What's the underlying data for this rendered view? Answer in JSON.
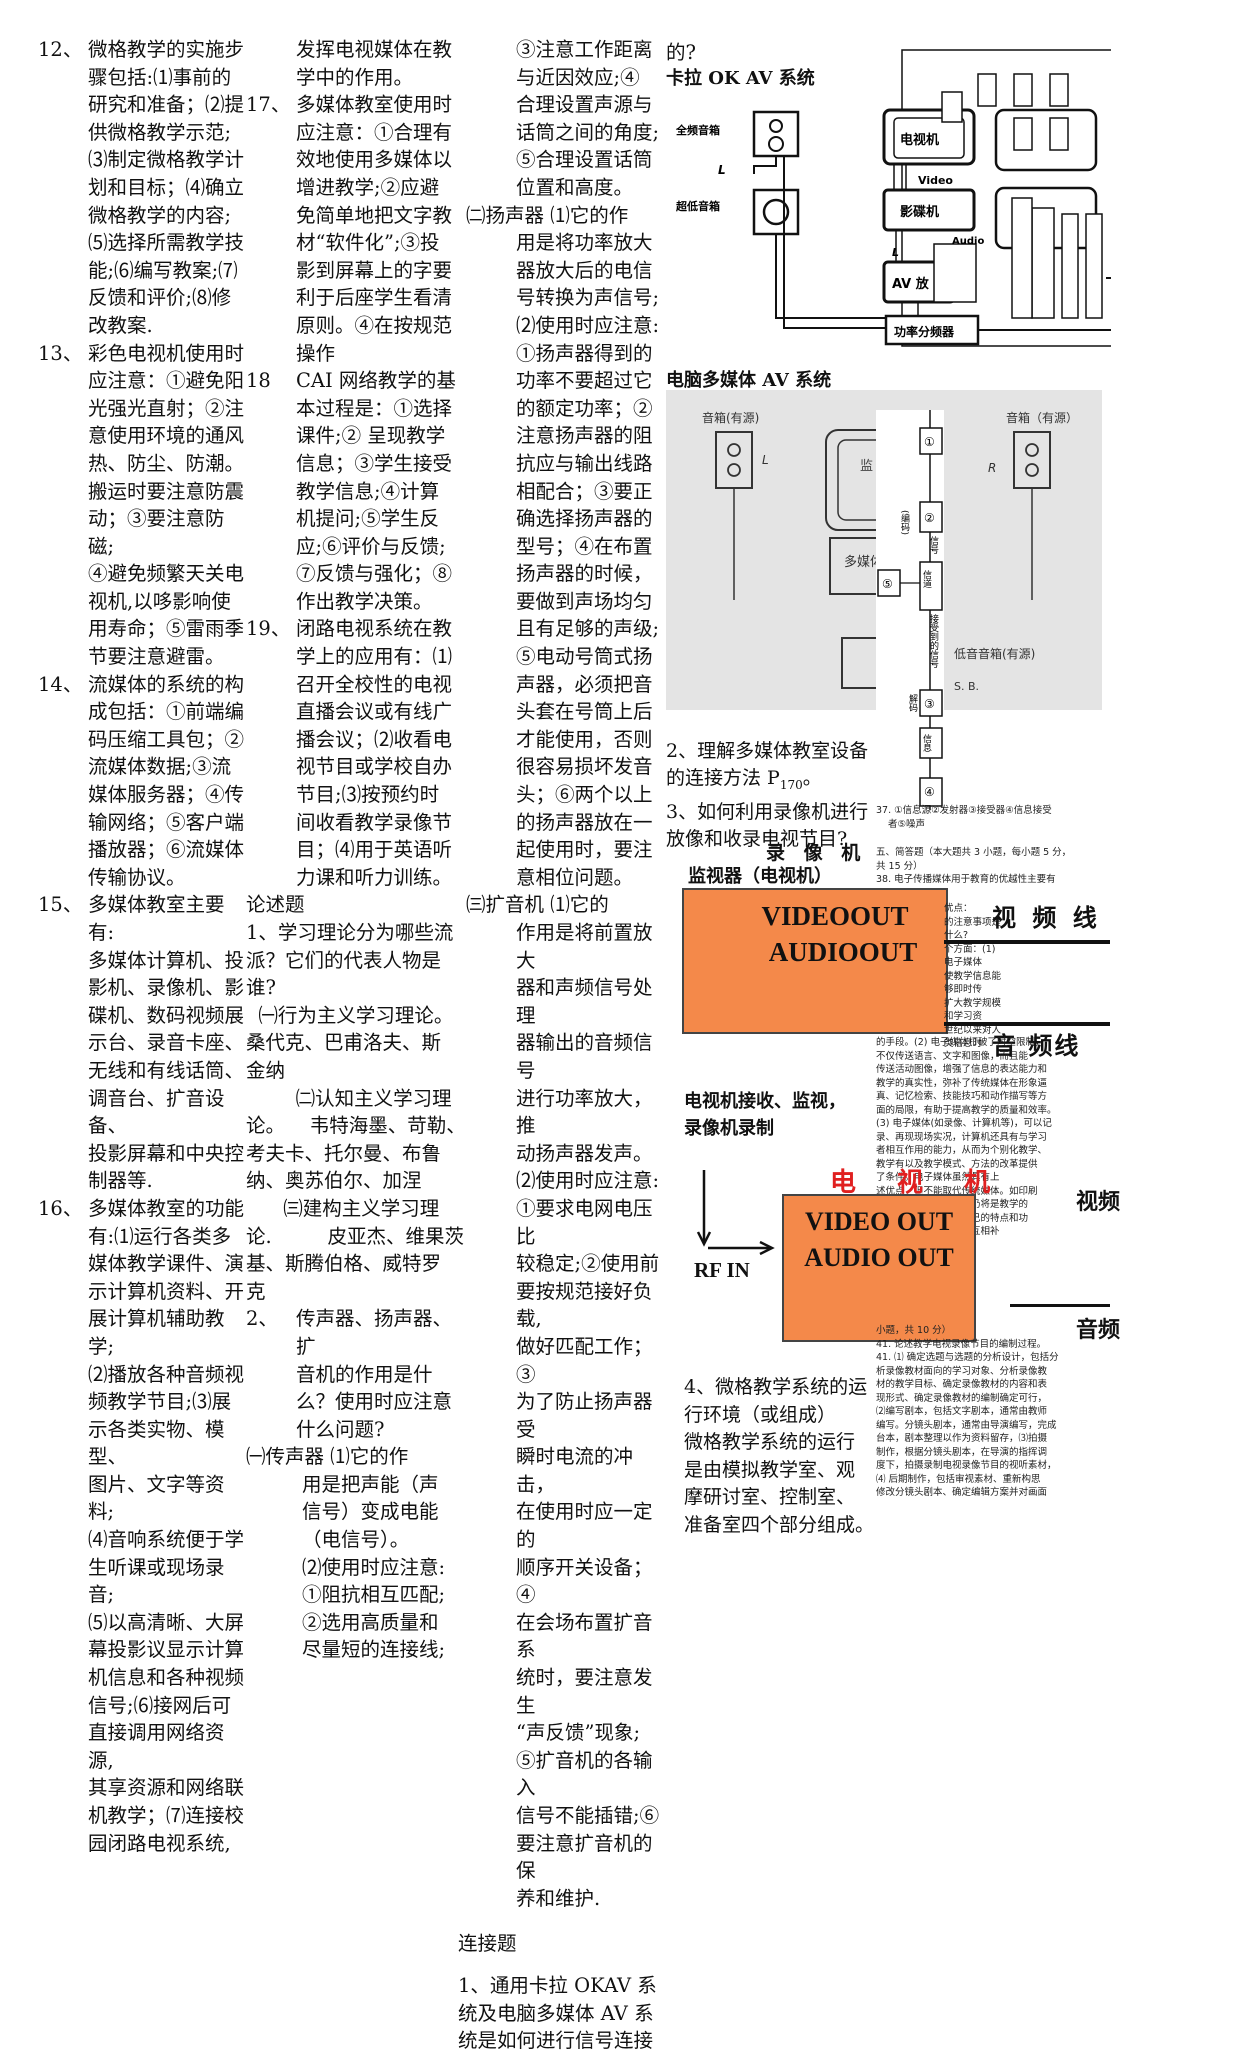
{
  "col1": [
    {
      "n": "12、",
      "lines": [
        "微格教学的实施步",
        "骤包括:⑴事前的",
        "研究和准备；⑵提",
        "供微格教学示范;",
        "⑶制定微格教学计",
        "划和目标；⑷确立",
        "微格教学的内容;",
        "⑸选择所需教学技",
        "能;⑹编写教案;⑺",
        "反馈和评价;⑻修",
        "改教案."
      ]
    },
    {
      "n": "13、",
      "lines": [
        "彩色电视机使用时",
        "应注意：①避免阳",
        "光强光直射；②注",
        "意使用环境的通风",
        "热、防尘、防潮。",
        "搬运时要注意防震",
        "动；③要注意防磁;",
        "④避免频繁天关电",
        "视机,以哆影响使",
        "用寿命；⑤雷雨季",
        "节要注意避雷。"
      ]
    },
    {
      "n": "14、",
      "lines": [
        "流媒体的系统的构",
        "成包括：①前端编",
        "码压缩工具包；②",
        "流媒体数据;③流",
        "媒体服务器；④传",
        "输网络；⑤客户端",
        "播放器；⑥流媒体",
        "传输协议。"
      ]
    },
    {
      "n": "15、",
      "lines": [
        "多媒体教室主要有:",
        "多媒体计算机、投",
        "影机、录像机、影",
        "碟机、数码视频展",
        "示台、录音卡座、",
        "无线和有线话筒、",
        "调音台、扩音设备、",
        "投影屏幕和中央控",
        "制器等."
      ]
    },
    {
      "n": "16、",
      "lines": [
        "多媒体教室的功能",
        "有:⑴运行各类多",
        "媒体教学课件、演",
        "示计算机资料、开",
        "展计算机辅助教学;",
        "⑵播放各种音频视",
        "频教学节目;⑶展",
        "示各类实物、模型、",
        "图片、文字等资料;",
        "⑷音响系统便于学",
        "生听课或现场录音;",
        "⑸以高清晰、大屏",
        "幕投影议显示计算",
        "机信息和各种视频",
        "信号;⑹接网后可",
        "直接调用网络资源,",
        "其享资源和网络联",
        "机教学；⑺连接校",
        "园闭路电视系统,"
      ]
    }
  ],
  "col2_top": [
    "发挥电视媒体在教",
    "学中的作用。"
  ],
  "col2": [
    {
      "n": "17、",
      "lines": [
        "多媒体教室使用时",
        "应注意：①合理有",
        "效地使用多媒体以",
        "增进教学;②应避",
        "免简单地把文字教",
        "材“软件化”;③投",
        "影到屏幕上的字要",
        "利于后座学生看清",
        "原则。④在按规范",
        "操作"
      ]
    },
    {
      "n": "18",
      "lines": [
        "CAI 网络教学的基",
        "本过程是：①选择",
        "课件;② 呈现教学",
        "信息；③学生接受",
        "教学信息;④计算",
        "机提问;⑤学生反",
        "应;⑥评价与反馈;",
        "⑦反馈与强化；⑧",
        "作出教学决策。"
      ]
    },
    {
      "n": "19、",
      "lines": [
        "闭路电视系统在教",
        "学上的应用有：⑴",
        "召开全校性的电视",
        "直播会议或有线广",
        "播会议；⑵收看电",
        "视节目或学校自办",
        "节目;⑶按预约时",
        "间收看教学录像节",
        "目；⑷用于英语听",
        "力课和听力训练。"
      ]
    }
  ],
  "col2_essay": [
    "论述题",
    "1、学习理论分为哪些流",
    "派？它们的代表人物是",
    "谁?",
    "  ㈠行为主义学习理论。",
    "桑代克、巴甫洛夫、斯",
    "金纳",
    "        ㈡认知主义学习理",
    "论。    韦特海墨、苛勒、",
    "考夫卡、托尔曼、布鲁",
    "纳、奥苏伯尔、加涅",
    "      ㈢建构主义学习理",
    "论.         皮亚杰、维果茨",
    "基、斯腾伯格、威特罗",
    "克"
  ],
  "col2_q2": {
    "n": "2、",
    "lines": [
      "传声器、扬声器、扩",
      "音机的作用是什",
      "么？使用时应注意",
      "什么问题?"
    ]
  },
  "col2_mic": {
    "head": "㈠传声器    ⑴它的作",
    "lines": [
      "用是把声能（声",
      "信号）变成电能",
      "（电信号）。",
      "⑵使用时应注意:",
      "①阻抗相互匹配;",
      "②选用高质量和",
      "尽量短的连接线;"
    ]
  },
  "col3_top": [
    "③注意工作距离",
    "与近因效应;④",
    "合理设置声源与",
    "话筒之间的角度;",
    "⑤合理设置话筒",
    "位置和高度。"
  ],
  "col3_spk": {
    "head": "㈡扬声器    ⑴它的作",
    "lines": [
      "用是将功率放大",
      "器放大后的电信",
      "号转换为声信号;",
      "⑵使用时应注意:",
      "①扬声器得到的",
      "功率不要超过它",
      "的额定功率；②",
      "注意扬声器的阻",
      "抗应与输出线路",
      "相配合；③要正",
      "确选择扬声器的",
      "型号；④在布置",
      "扬声器的时候，",
      "要做到声场均匀",
      "且有足够的声级;",
      "⑤电动号筒式扬",
      "声器，必须把音",
      "头套在号筒上后",
      "才能使用，否则",
      "很容易损坏发音",
      "头；⑥两个以上",
      "的扬声器放在一",
      "起使用时，要注",
      "意相位问题。"
    ]
  },
  "col3_amp": {
    "head": "㈢扩音机    ⑴它的",
    "lines": [
      "作用是将前置放大",
      "器和声频信号处理",
      "器输出的音频信号",
      "进行功率放大，推",
      "动扬声器发声。",
      "⑵使用时应注意:",
      "①要求电网电压比",
      "较稳定;②使用前",
      "要按规范接好负载,",
      "做好匹配工作；③",
      "为了防止扬声器受",
      "瞬时电流的冲击，",
      "在使用时应一定的",
      "顺序开关设备；④",
      "在会场布置扩音系",
      "统时，要注意发生",
      "“声反馈”现象;",
      "⑤扩音机的各输入",
      "信号不能插错;⑥",
      "要注意扩音机的保",
      "养和维护."
    ]
  },
  "col3_link": [
    "连接题",
    "",
    "1、通用卡拉 OKAV 系",
    "统及电脑多媒体 AV 系",
    "统是如何进行信号连接"
  ],
  "col4_top": "的?",
  "karaoke_title": "卡拉 OK    AV 系统",
  "karaoke": {
    "full": "全频音箱",
    "L": "L",
    "sub": "超低音箱",
    "tv": "电视机",
    "video": "Video",
    "vcd": "影碟机",
    "audio": "Audio",
    "amp": "AV 放",
    "div": "功率分频器",
    "L2": "L"
  },
  "pcav_title": "电脑多媒体 AV 系统",
  "pcav": {
    "spkL": "音箱(有源)",
    "spkR": "音箱（有源）",
    "L": "L",
    "R": "R",
    "mon": "监",
    "mm": "多媒体",
    "sub": "低音音箱(有源)",
    "sb": "S. B."
  },
  "flow": [
    "①",
    "②",
    "信号",
    "信道",
    "⑤",
    "接受到的信号",
    "③",
    "解码",
    "信息",
    "④"
  ],
  "flow_side": [
    "(编码)"
  ],
  "col4_q": [
    "2、理解多媒体教室设备",
    "的连接方法 P",
    "170",
    "。",
    "3、如何利用录像机进行",
    "放像和收录电视节目?"
  ],
  "vcr_label": "录 像 机",
  "mon_label": "监视器（电视机）",
  "orange1": [
    "VIDEOOUT",
    "AUDIOOUT"
  ],
  "video_line": "视 频 线",
  "audio_line": "音 频线",
  "tv_rec": [
    "电视机接收、监视，",
    "录像机录制"
  ],
  "tv_red": "电 视 机",
  "orange2": [
    "VIDEO OUT",
    "AUDIO OUT"
  ],
  "rfin": "RF IN",
  "vis_cut": "视频",
  "aud_cut": "音频",
  "col4_q4": [
    "4、微格教学系统的运",
    "行环境（或组成）",
    "微格教学系统的运行",
    "是由模拟教学室、观",
    "摩研讨室、控制室、",
    "准备室四个部分组成。"
  ],
  "small37": [
    "37.  ①信息源②发射器③接受器④信息接受",
    "者⑤噪声"
  ],
  "small5": [
    "五、简答题（本大题共 3 小题，每小题 5 分，",
    "共 15 分）",
    "38.  电子传播媒体用于教育的优越性主要有"
  ],
  "small_mid": [
    "的手段。(2) 电子媒体打破了时空限制，",
    "不仅传送语言、文字和图像，而且能",
    "传送活动图像，增强了信息的表达能力和",
    "教学的真实性，弥补了传统媒体在形象逼",
    "真、记忆检索、技能技巧和动作描写等方",
    "面的局限，有助于提高教学的质量和效率。",
    "(3) 电子媒体(如录像、计算机等)，可以记",
    "录、再现现场实况，计算机还具有与学习",
    "者相互作用的能力，从而为个别化教学、",
    "教学有以及教学模式、方法的改革提供",
    "了条件。电子媒体虽然具有上",
    "述优点，但不能取代传统媒体。如印刷",
    "材料等在相当长时间内仍将是教学的",
    "主要媒体。它们各有自己的特点和功",
    "能，应在教学过程中应互相补"
  ],
  "small_box": [
    "优点：",
    "的注意事项是什么?",
    "个方面：(1) 电子媒体",
    "使教学信息能够即时传",
    "扩大教学规模和学习资",
    "世纪以来对人类信息时"
  ],
  "small41": [
    "小题，共 10 分）",
    "41.  论述教学电视录像节目的编制过程。",
    "41.  ⑴ 确定选题与选题的分析设计，包括分",
    "析录像教材面向的学习对象、分析录像教",
    "材的教学目标、确定录像教材的内容和表",
    "现形式、确定录像教材的编制确定可行，",
    "⑵编写剧本，包括文字剧本，通常由教师",
    "编写。分镜头剧本，通常由导演编写，完成",
    "台本，剧本整理以作为资料留存，⑶拍摄",
    "制作，根据分镜头剧本，在导演的指挥调",
    "度下，拍摄录制电视录像节目的视听素材，",
    "⑷ 后期制作，包括审视素材、重新构思",
    "修改分镜头剧本、确定编辑方案并对画面"
  ]
}
